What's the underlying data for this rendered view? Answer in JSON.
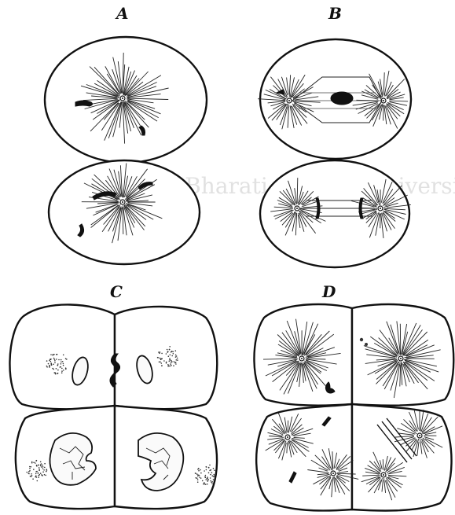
{
  "figure": {
    "panels": [
      {
        "id": "A",
        "label": "A"
      },
      {
        "id": "B",
        "label": "B"
      },
      {
        "id": "C",
        "label": "C"
      },
      {
        "id": "D",
        "label": "D"
      }
    ],
    "watermark": "Rabindra Bharati Central University Library C"
  }
}
